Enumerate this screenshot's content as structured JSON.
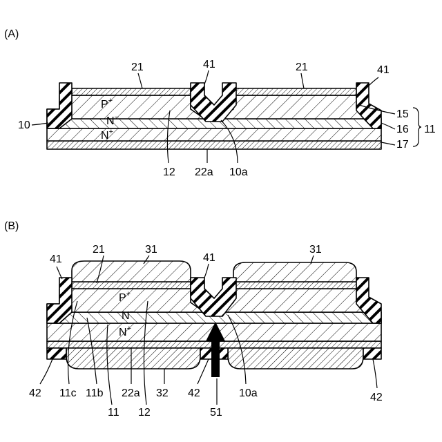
{
  "panels": [
    {
      "letter": "(A)",
      "layer_text": {
        "p": "P",
        "p_sup": "+",
        "n_minus": "N",
        "n_minus_sup": "−",
        "n_plus": "N",
        "n_plus_sup": "+"
      },
      "refs": [
        "21",
        "41",
        "21",
        "41",
        "10",
        "15",
        "16",
        "11",
        "17",
        "12",
        "22a",
        "10a"
      ]
    },
    {
      "letter": "(B)",
      "layer_text": {
        "p": "P",
        "p_sup": "+",
        "n_minus": "N",
        "n_minus_sup": "−",
        "n_plus": "N",
        "n_plus_sup": "+"
      },
      "refs": [
        "41",
        "21",
        "31",
        "41",
        "31",
        "42",
        "11c",
        "11b",
        "22a",
        "32",
        "42",
        "10a",
        "42",
        "11",
        "12",
        "51"
      ]
    }
  ]
}
